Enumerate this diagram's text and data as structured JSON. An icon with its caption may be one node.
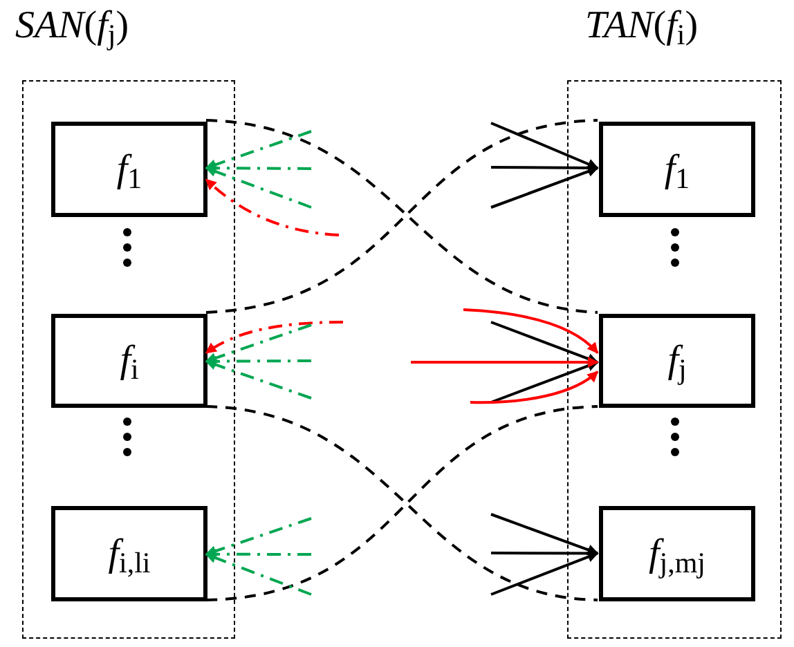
{
  "diagram": {
    "nodes": [
      {
        "text": [
          "*SAN*(*f*$_{j}$)"
        ]
      },
      {
        "text": [
          "*f*$_{1}$"
        ],
        "in": 0
      },
      {
        "text": [
          "*f*$_{i}$"
        ],
        "in": 0
      },
      {
        "text": [
          "*f*$_{i,l}$$_{i}$"
        ],
        "in": 0
      },
      {
        "text": [
          "*TAN*(*f*$_{i}$)"
        ]
      },
      {
        "text": [
          "*f*$_{1}$"
        ],
        "in": 4
      },
      {
        "text": [
          "*f*$_{j}$"
        ],
        "in": 4
      },
      {
        "text": [
          "*f*$_{j,m}$$_{j}$"
        ],
        "in": 4
      }
    ],
    "edges": [
      {
        "from": 1,
        "to": 6,
        "arrow": "none",
        "style": "dashed"
      },
      {
        "from": 2,
        "to": 5,
        "arrow": "none",
        "style": "dashed"
      },
      {
        "from": 2,
        "to": 7,
        "arrow": "none",
        "style": "dashed"
      },
      {
        "from": 3,
        "to": 6,
        "arrow": "none",
        "style": "dashed"
      },
      {
        "from": null,
        "to": 1,
        "arrow": "to",
        "style": "dashed",
        "color": "#00a651"
      },
      {
        "from": null,
        "to": 1,
        "arrow": "to",
        "style": "dashed",
        "color": "#00a651"
      },
      {
        "from": null,
        "to": 1,
        "arrow": "to",
        "style": "dashed",
        "color": "#00a651"
      },
      {
        "from": null,
        "to": 1,
        "arrow": "to",
        "style": "dashed",
        "color": "#ff0000"
      },
      {
        "from": null,
        "to": 2,
        "arrow": "to",
        "style": "dashed",
        "color": "#ff0000"
      },
      {
        "from": null,
        "to": 2,
        "arrow": "to",
        "style": "dashed",
        "color": "#00a651"
      },
      {
        "from": null,
        "to": 2,
        "arrow": "to",
        "style": "dashed",
        "color": "#00a651"
      },
      {
        "from": null,
        "to": 2,
        "arrow": "to",
        "style": "dashed",
        "color": "#00a651"
      },
      {
        "from": null,
        "to": 3,
        "arrow": "to",
        "style": "dashed",
        "color": "#00a651"
      },
      {
        "from": null,
        "to": 3,
        "arrow": "to",
        "style": "dashed",
        "color": "#00a651"
      },
      {
        "from": null,
        "to": 3,
        "arrow": "to",
        "style": "dashed",
        "color": "#00a651"
      },
      {
        "from": null,
        "to": 5,
        "arrow": "to"
      },
      {
        "from": null,
        "to": 5,
        "arrow": "to"
      },
      {
        "from": null,
        "to": 5,
        "arrow": "to"
      },
      {
        "from": null,
        "to": 6,
        "arrow": "to"
      },
      {
        "from": null,
        "to": 6,
        "arrow": "to"
      },
      {
        "from": null,
        "to": 6,
        "arrow": "to"
      },
      {
        "from": null,
        "to": 6,
        "arrow": "to",
        "color": "#ff0000"
      },
      {
        "from": null,
        "to": 6,
        "arrow": "to",
        "color": "#ff0000"
      },
      {
        "from": null,
        "to": 6,
        "arrow": "to",
        "color": "#ff0000"
      },
      {
        "from": null,
        "to": 7,
        "arrow": "to"
      },
      {
        "from": null,
        "to": 7,
        "arrow": "to"
      },
      {
        "from": null,
        "to": 7,
        "arrow": "to"
      }
    ]
  }
}
